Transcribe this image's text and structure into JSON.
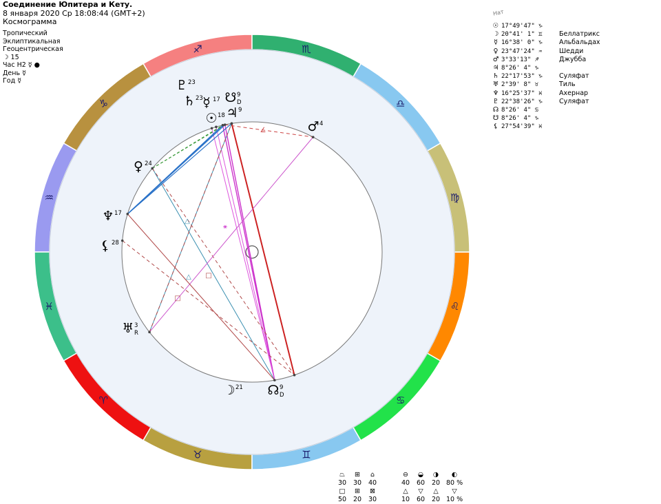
{
  "header": {
    "title": "Соединение Юпитера и Кету.",
    "datetime": "8 января 2020  Ср  18:08:44 (GMT+2)",
    "chart_kind": "Космограмма"
  },
  "settings": {
    "lines": [
      "Тропический",
      "Эклиптикальная",
      "Геоцентрическая"
    ],
    "moon_day": "☽  15",
    "hour": "Час H2  ☿ ●",
    "day": "День  ☿",
    "year": "Год  ☿"
  },
  "nat_label": "Нат",
  "planets": [
    {
      "glyph": "☉",
      "pos": "17°49'47\" ♑",
      "star": ""
    },
    {
      "glyph": "☽",
      "pos": "20°41' 1\" ♊",
      "star": "Беллатрикс"
    },
    {
      "glyph": "☿",
      "pos": "16°38' 0\" ♑",
      "star": "Альбальдах"
    },
    {
      "glyph": "♀",
      "pos": "23°47'24\" ♒",
      "star": "Шедди"
    },
    {
      "glyph": "♂",
      "pos": "3°33'13\" ♐",
      "star": "Джубба"
    },
    {
      "glyph": "♃",
      "pos": "8°26' 4\" ♑",
      "star": ""
    },
    {
      "glyph": "♄",
      "pos": "22°17'53\" ♑",
      "star": "Суляфат"
    },
    {
      "glyph": "♅",
      "pos": "2°39' 8\" ♉",
      "star": "Тиль"
    },
    {
      "glyph": "♆",
      "pos": "16°25'37\" ♓",
      "star": "Ахернар"
    },
    {
      "glyph": "♇",
      "pos": "22°38'26\" ♑",
      "star": "Суляфат"
    },
    {
      "glyph": "☊",
      "pos": "8°26' 4\" ♋",
      "star": ""
    },
    {
      "glyph": "☋",
      "pos": "8°26' 4\" ♑",
      "star": ""
    },
    {
      "glyph": "⚸",
      "pos": "27°54'39\" ♓",
      "star": ""
    }
  ],
  "wheel": {
    "signs": [
      {
        "glyph": "♐",
        "color": "#f58080"
      },
      {
        "glyph": "♑",
        "color": "#b8913f"
      },
      {
        "glyph": "♒",
        "color": "#9a9af0"
      },
      {
        "glyph": "♓",
        "color": "#3cbf8a"
      },
      {
        "glyph": "♈",
        "color": "#ee1111"
      },
      {
        "glyph": "♉",
        "color": "#b8a040"
      },
      {
        "glyph": "♊",
        "color": "#88c8f0"
      },
      {
        "glyph": "♋",
        "color": "#22e24a"
      },
      {
        "glyph": "♌",
        "color": "#ff8800"
      },
      {
        "glyph": "♍",
        "color": "#c8c078"
      },
      {
        "glyph": "♎",
        "color": "#88c8f0"
      },
      {
        "glyph": "♏",
        "color": "#30b070"
      }
    ],
    "inner_bg": "#eef3fa",
    "bodies": [
      {
        "name": "pluto-icon",
        "glyph": "♇",
        "label": "23",
        "sub": ""
      },
      {
        "name": "saturn-icon",
        "glyph": "♄",
        "label": "23",
        "sub": ""
      },
      {
        "name": "mercury-icon",
        "glyph": "☿",
        "label": "17",
        "sub": ""
      },
      {
        "name": "south-node-icon",
        "glyph": "☋",
        "label": "9",
        "sub": "D"
      },
      {
        "name": "sun-icon",
        "glyph": "☉",
        "label": "18",
        "sub": ""
      },
      {
        "name": "jupiter-icon",
        "glyph": "♃",
        "label": "9",
        "sub": ""
      },
      {
        "name": "mars-icon",
        "glyph": "♂",
        "label": "4",
        "sub": ""
      },
      {
        "name": "venus-icon",
        "glyph": "♀",
        "label": "24",
        "sub": ""
      },
      {
        "name": "neptune-icon",
        "glyph": "♆",
        "label": "17",
        "sub": ""
      },
      {
        "name": "lilith-icon",
        "glyph": "⚸",
        "label": "28",
        "sub": ""
      },
      {
        "name": "uranus-icon",
        "glyph": "♅",
        "label": "3",
        "sub": "R"
      },
      {
        "name": "moon-icon",
        "glyph": "☽",
        "label": "21",
        "sub": ""
      },
      {
        "name": "north-node-icon",
        "glyph": "☊",
        "label": "9",
        "sub": "D"
      }
    ]
  },
  "stats": {
    "row1_icons": [
      "⏢",
      "⊞",
      "⌂",
      "",
      "⊖",
      "◒",
      "◑",
      "◐"
    ],
    "row2": [
      "30",
      "30",
      "40",
      "",
      "40",
      "60",
      "20",
      "80 %"
    ],
    "row3_icons": [
      "□",
      "⊞",
      "⊠",
      "",
      "△",
      "▽",
      "△",
      "▽"
    ],
    "row4": [
      "50",
      "20",
      "30",
      "",
      "10",
      "60",
      "20",
      "10 %"
    ]
  }
}
